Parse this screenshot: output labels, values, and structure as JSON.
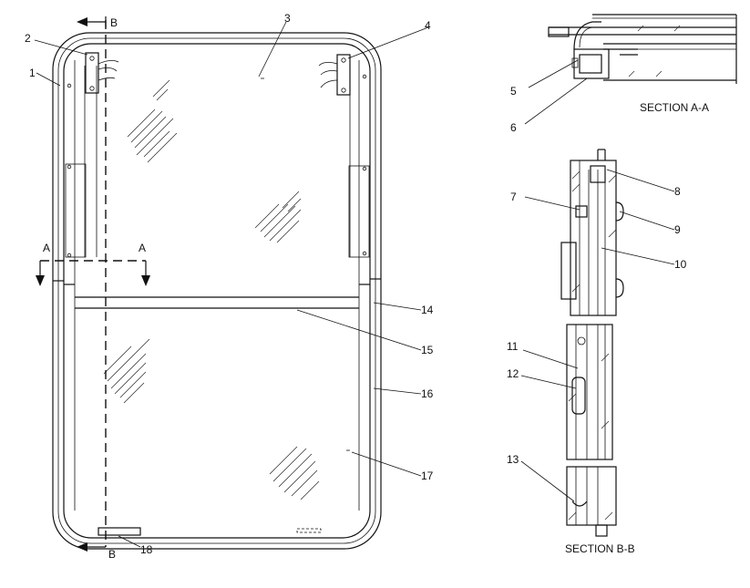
{
  "callouts": [
    "1",
    "2",
    "3",
    "4",
    "5",
    "6",
    "7",
    "8",
    "9",
    "10",
    "11",
    "12",
    "13",
    "14",
    "15",
    "16",
    "17",
    "18"
  ],
  "section_marks": {
    "b_top": "B",
    "b_bottom": "B",
    "a_left": "A",
    "a_right": "A"
  },
  "captions": {
    "section_aa": "SECTION A-A",
    "section_bb": "SECTION B-B"
  }
}
